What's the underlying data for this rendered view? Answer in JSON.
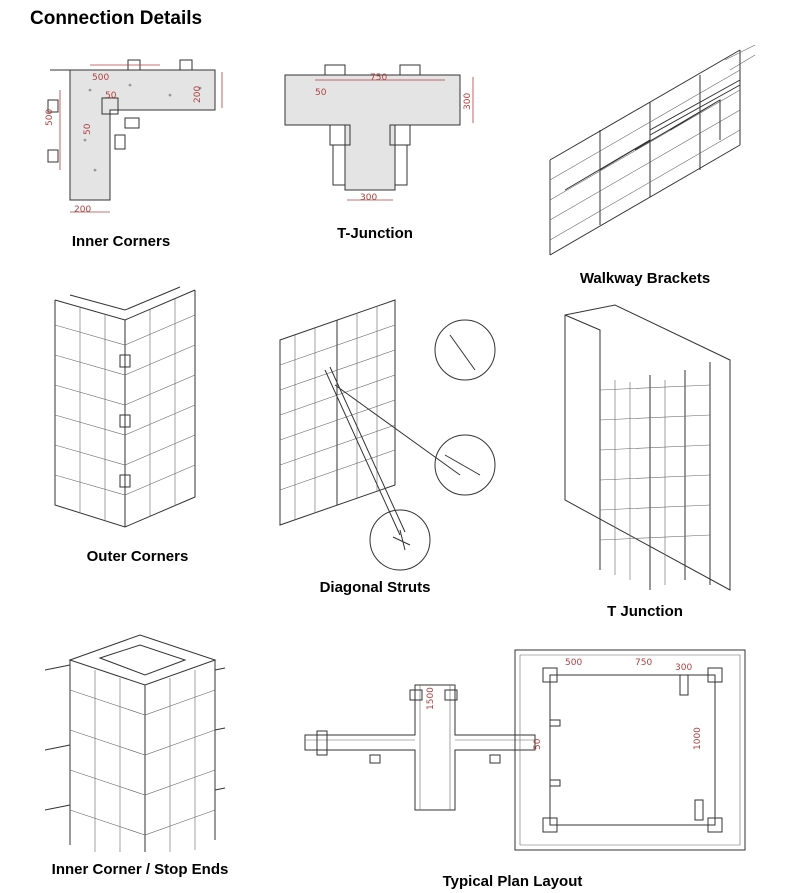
{
  "page": {
    "title": "Connection Details"
  },
  "panels": {
    "inner_corners": {
      "caption": "Inner Corners",
      "dims": {
        "top": "500",
        "left": "500",
        "side": "200",
        "bottom": "200",
        "inner1": "50",
        "inner2": "50"
      }
    },
    "t_junction": {
      "caption": "T-Junction",
      "dims": {
        "top": "750",
        "left": "50",
        "right": "300",
        "bottom": "300"
      }
    },
    "walkway_brackets": {
      "caption": "Walkway Brackets"
    },
    "outer_corners": {
      "caption": "Outer Corners"
    },
    "diagonal_struts": {
      "caption": "Diagonal Struts"
    },
    "t_junction_3d": {
      "caption": "T Junction"
    },
    "inner_corner_stop_ends": {
      "caption": "Inner Corner / Stop Ends"
    },
    "typical_plan_layout": {
      "caption": "Typical Plan  Layout",
      "dims": {
        "a": "500",
        "b": "750",
        "c": "1500",
        "d": "1000",
        "e": "50",
        "f": "300"
      }
    }
  }
}
